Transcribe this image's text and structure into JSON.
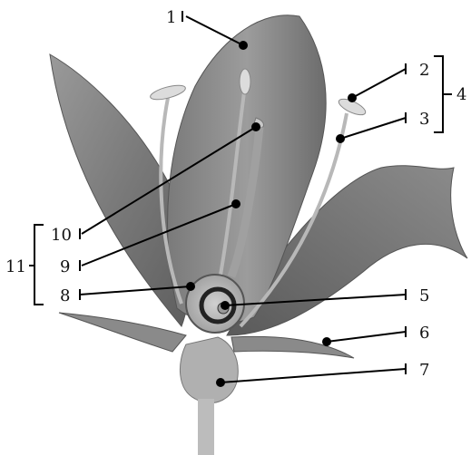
{
  "labels": {
    "l1": "1",
    "l2": "2",
    "l3": "3",
    "l4": "4",
    "l5": "5",
    "l6": "6",
    "l7": "7",
    "l8": "8",
    "l9": "9",
    "l10": "10",
    "l11": "11"
  },
  "colors": {
    "petal_dark": "#6f6f6f",
    "petal_light": "#a8a8a8",
    "stalk": "#b3b3b3",
    "anther": "#d9d9d9",
    "line": "#000000"
  }
}
